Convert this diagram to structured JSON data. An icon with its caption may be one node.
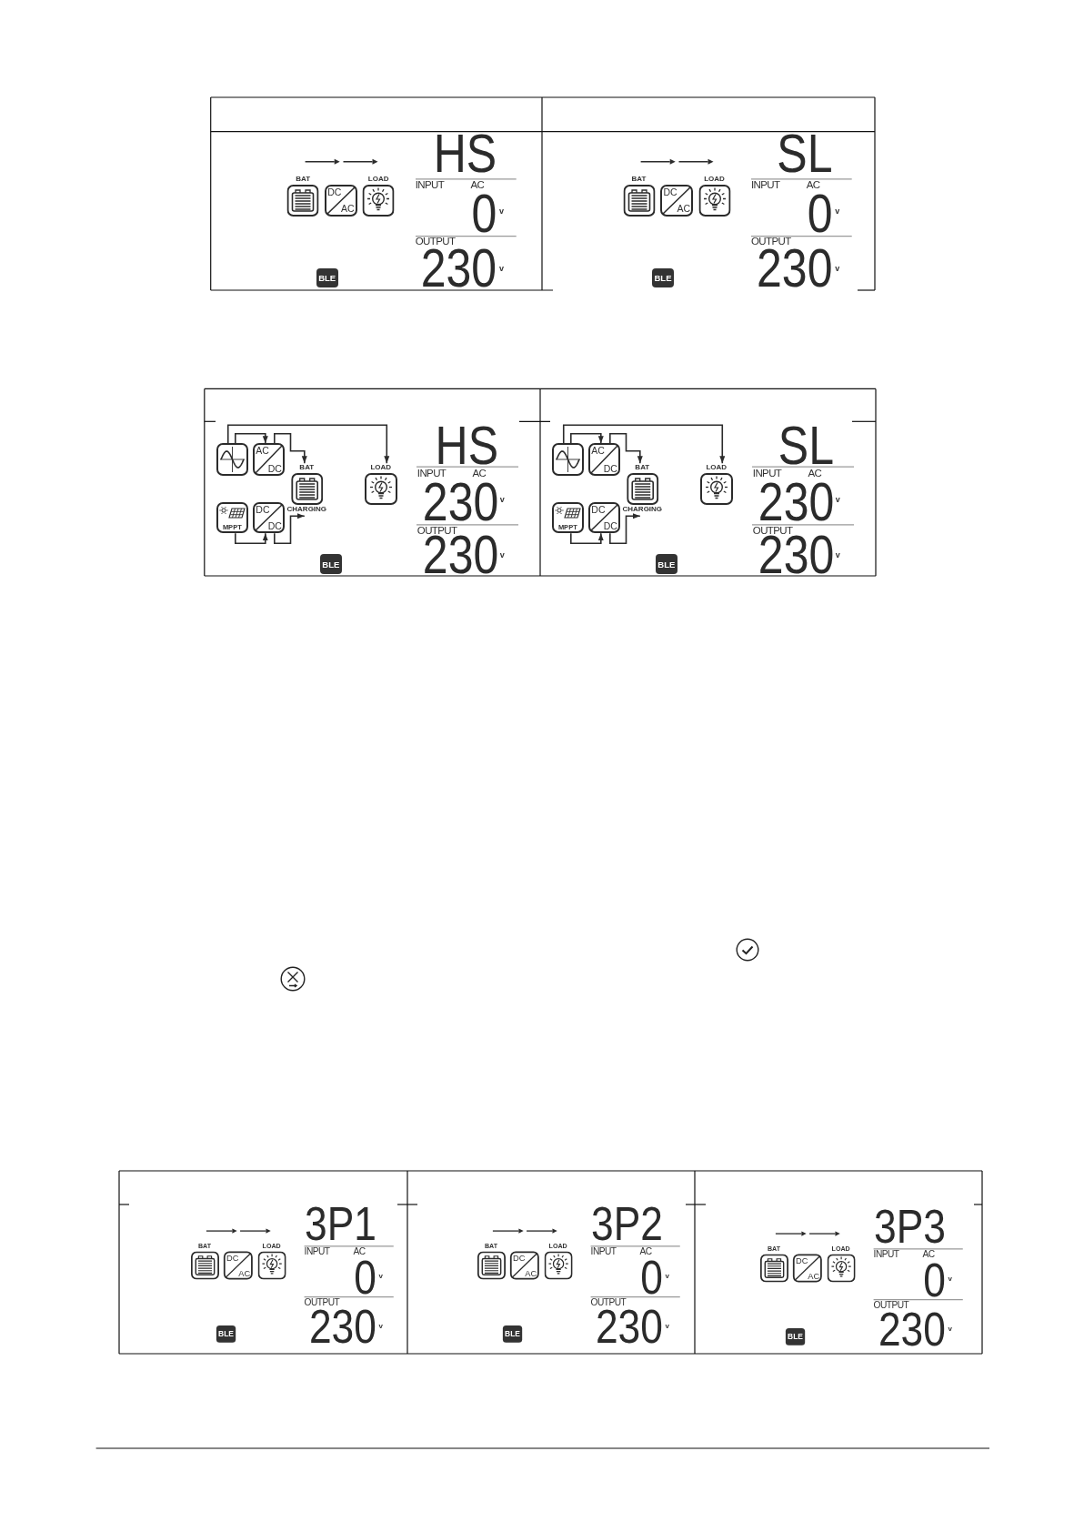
{
  "diagram": {
    "nodes": [
      {
        "text": [
          "BAT"
        ]
      },
      {
        "text": [
          "DC",
          "AC"
        ]
      },
      {
        "text": [
          "LOAD"
        ]
      },
      {
        "text": [
          "BLE"
        ]
      },
      {
        "text": [
          "BAT"
        ]
      },
      {
        "text": [
          "DC",
          "AC"
        ]
      },
      {
        "text": [
          "LOAD"
        ]
      },
      {
        "text": [
          "BLE"
        ]
      },
      {
        "text": [],
        "shape": "box"
      },
      {
        "text": [
          "AC",
          "DC"
        ]
      },
      {
        "text": [
          "BAT",
          "CHARGING"
        ]
      },
      {
        "text": [
          "LOAD"
        ]
      },
      {
        "text": [
          "MPPT"
        ]
      },
      {
        "text": [
          "DC",
          "DC"
        ]
      },
      {
        "text": [
          "BLE"
        ]
      },
      {
        "text": [],
        "shape": "box"
      },
      {
        "text": [
          "AC",
          "DC"
        ]
      },
      {
        "text": [
          "BAT",
          "CHARGING"
        ]
      },
      {
        "text": [
          "LOAD"
        ]
      },
      {
        "text": [
          "MPPT"
        ]
      },
      {
        "text": [
          "DC",
          "DC"
        ]
      },
      {
        "text": [
          "BLE"
        ]
      },
      {
        "text": [
          "BAT"
        ]
      },
      {
        "text": [
          "DC",
          "AC"
        ]
      },
      {
        "text": [
          "LOAD"
        ]
      },
      {
        "text": [
          "BLE"
        ]
      },
      {
        "text": [
          "BAT"
        ]
      },
      {
        "text": [
          "DC",
          "AC"
        ]
      },
      {
        "text": [
          "LOAD"
        ]
      },
      {
        "text": [
          "BLE"
        ]
      },
      {
        "text": [
          "BAT"
        ]
      },
      {
        "text": [
          "DC",
          "AC"
        ]
      },
      {
        "text": [
          "LOAD"
        ]
      },
      {
        "text": [
          "BLE"
        ]
      }
    ],
    "edges": [
      {
        "from": 8,
        "to": 11,
        "arrow": "to"
      },
      {
        "from": 8,
        "to": 9,
        "arrow": "to"
      },
      {
        "from": 9,
        "to": 10,
        "arrow": "to"
      },
      {
        "from": 12,
        "to": 13,
        "arrow": "to"
      },
      {
        "from": 13,
        "to": 10,
        "arrow": "to"
      },
      {
        "from": 15,
        "to": 18,
        "arrow": "to"
      },
      {
        "from": 15,
        "to": 16,
        "arrow": "to"
      },
      {
        "from": 16,
        "to": 17,
        "arrow": "to"
      },
      {
        "from": 19,
        "to": 20,
        "arrow": "to"
      },
      {
        "from": 20,
        "to": 17,
        "arrow": "to"
      }
    ],
    "labels": [
      "HS",
      "INPUT",
      "AC",
      "0",
      "v",
      "OUTPUT",
      "230",
      "v",
      "SL",
      "INPUT",
      "AC",
      "0",
      "v",
      "OUTPUT",
      "230",
      "v",
      "HS",
      "INPUT",
      "AC",
      "230",
      "v",
      "OUTPUT",
      "230",
      "v",
      "SL",
      "INPUT",
      "AC",
      "230",
      "v",
      "OUTPUT",
      "230",
      "v",
      "3P1",
      "INPUT",
      "AC",
      "0",
      "v",
      "OUTPUT",
      "230",
      "v",
      "3P2",
      "INPUT",
      "AC",
      "0",
      "v",
      "OUTPUT",
      "230",
      "v",
      "3P3",
      "INPUT",
      "AC",
      "0",
      "v",
      "OUTPUT",
      "230",
      "v"
    ]
  }
}
